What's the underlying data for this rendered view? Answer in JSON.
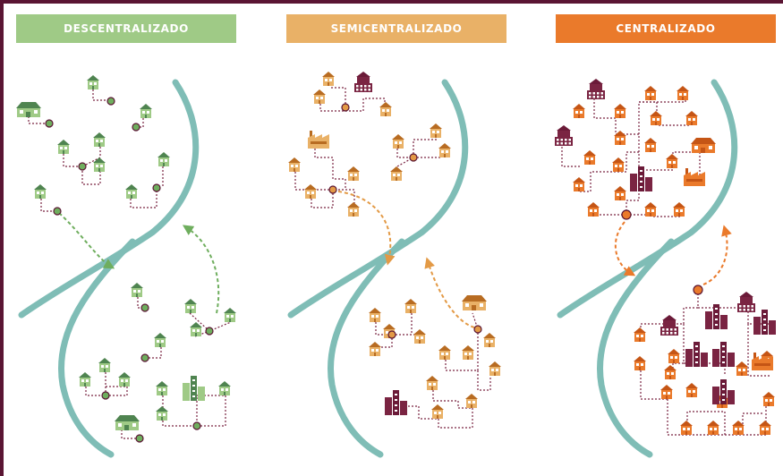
{
  "panels": [
    {
      "title": "DESCENTRALIZADO",
      "color": "#9fca86",
      "dark": "#4f8450",
      "line": "#7a2442",
      "node": "#6fae5e"
    },
    {
      "title": "SEMICENTRALIZADO",
      "color": "#e9b167",
      "dark": "#b86c22",
      "line": "#7a2442",
      "node": "#e39a46"
    },
    {
      "title": "CENTRALIZADO",
      "color": "#ea7a2b",
      "dark": "#c55515",
      "line": "#7a2442",
      "node": "#ea7a2b"
    }
  ],
  "colors": {
    "river": "#7fbdb6",
    "frame": "#5a1533",
    "tower": "#6b1a38"
  }
}
